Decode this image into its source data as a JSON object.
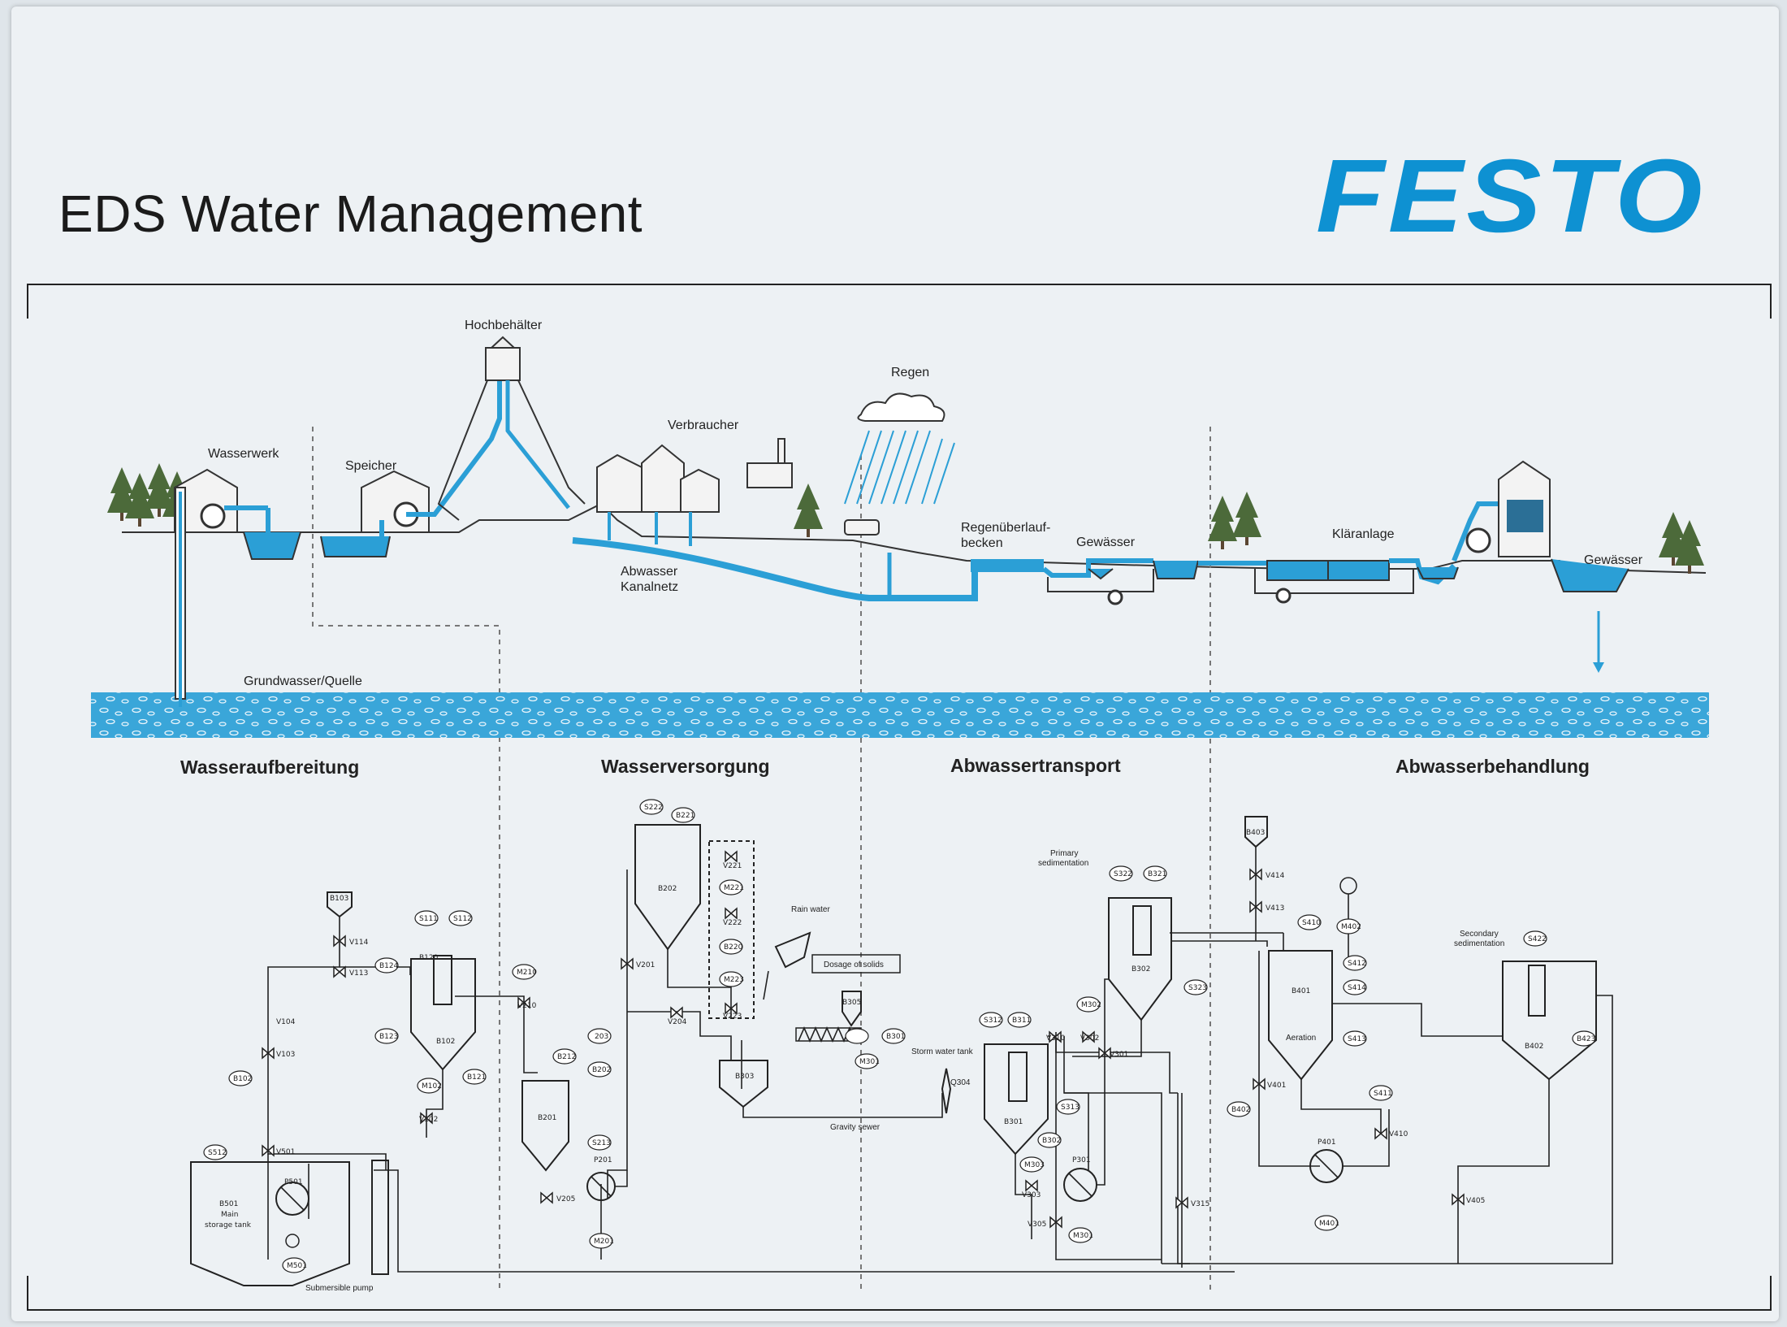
{
  "header": {
    "title": "EDS Water Management",
    "logo": "FESTO"
  },
  "colors": {
    "water": "#2b9fd6",
    "brand": "#0e91d2",
    "line": "#333333"
  },
  "scene_labels": {
    "wasserwerk": "Wasserwerk",
    "speicher": "Speicher",
    "hochbehaelter": "Hochbehälter",
    "verbraucher": "Verbraucher",
    "regen": "Regen",
    "abwasser_1": "Abwasser",
    "abwasser_2": "Kanalnetz",
    "regenueberlauf_1": "Regenüberlauf-",
    "regenueberlauf_2": "becken",
    "gewaesser_1": "Gewässer",
    "klaeranlage": "Kläranlage",
    "gewaesser_2": "Gewässer",
    "grundwasser": "Grundwasser/Quelle"
  },
  "sections": [
    "Wasseraufbereitung",
    "Wasserversorgung",
    "Abwassertransport",
    "Abwasserbehandlung"
  ],
  "schematic": {
    "tanks": {
      "b103": "B103",
      "b102": "B102",
      "b501_1": "B501",
      "b501_2": "Main",
      "b501_3": "storage tank",
      "b202": "B202",
      "b201": "B201",
      "b303": "B303",
      "b305": "B305",
      "b302": "B302",
      "b301": "B301",
      "b403": "B403",
      "b401": "B401",
      "b402": "B402"
    },
    "pumps": {
      "p501": "P501",
      "p201": "P201",
      "p301": "P301",
      "p401": "P401"
    },
    "valves": {
      "v114": "V114",
      "v113": "V113",
      "v104": "V104",
      "v103": "V103",
      "v501": "V501",
      "v102": "V102",
      "v210": "V210",
      "v221": "V221",
      "v222": "V222",
      "v223": "V223",
      "v201": "V201",
      "v204": "V204",
      "v205": "V205",
      "v310": "V310",
      "v302": "V302",
      "v301": "V301",
      "v303": "V303",
      "v305": "V305",
      "v315": "V315",
      "v414": "V414",
      "v413": "V413",
      "v401": "V401",
      "v410": "V410",
      "v405": "V405"
    },
    "instruments": {
      "s111": "S111",
      "b120": "B120",
      "s112": "S112",
      "b124": "B124",
      "b123": "B123",
      "m102": "M102",
      "b121": "B121",
      "b102i": "B102",
      "m210": "M210",
      "s512": "S512",
      "m501": "M501",
      "s222": "S222",
      "b221": "B221",
      "m221": "M221",
      "b220": "B220",
      "m223": "M223",
      "b203": "203",
      "b202i": "B202",
      "b212": "B212",
      "s213": "S213",
      "m201": "M201",
      "m301": "M301",
      "b301i": "B301",
      "s322": "S322",
      "b321": "B321",
      "m302": "M302",
      "s323": "S323",
      "s312": "S312",
      "b311": "B311",
      "s313": "S313",
      "b302i": "B302",
      "m303": "M303",
      "m301b": "M301",
      "s410": "S410",
      "m402": "M402",
      "s412": "S412",
      "s414": "S414",
      "s413": "S413",
      "b402i": "B402",
      "s411": "S411",
      "m401": "M401",
      "s422": "S422",
      "b423": "B423"
    },
    "notes": {
      "rain_water": "Rain water",
      "dosage": "Dosage of solids",
      "storm_tank": "Storm water tank",
      "q304": "Q304",
      "gravity": "Gravity sewer",
      "primary_1": "Primary",
      "primary_2": "sedimentation",
      "aeration": "Aeration",
      "secondary_1": "Secondary",
      "secondary_2": "sedimentation",
      "submersible": "Submersible pump"
    }
  }
}
